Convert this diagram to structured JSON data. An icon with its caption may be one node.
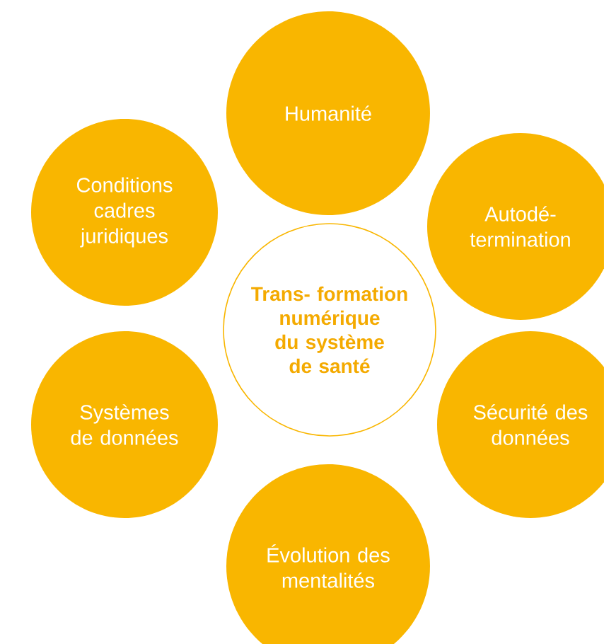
{
  "diagram": {
    "nodes": [
      {
        "text": [
          "Humanité"
        ]
      },
      {
        "text": [
          "Conditions cadres juridiques"
        ]
      },
      {
        "text": [
          "Autodé- termination"
        ]
      },
      {
        "text": [
          "Trans- formation numérique du système de santé"
        ]
      },
      {
        "text": [
          "Systèmes de données"
        ]
      },
      {
        "text": [
          "Sécurité des données"
        ]
      },
      {
        "text": [
          "Évolution des mentalités"
        ]
      }
    ]
  }
}
